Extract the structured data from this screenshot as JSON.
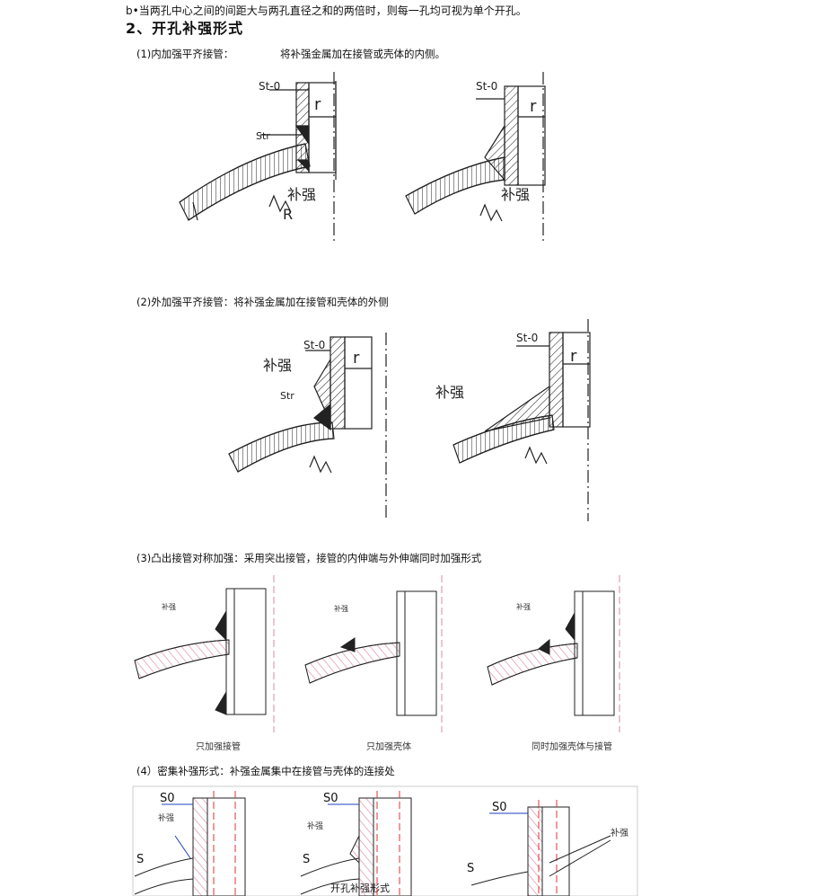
{
  "intro_line": "b•当两孔中心之间的间距大与两孔直径之和的两倍时，则每一孔均可视为单个开孔。",
  "heading": "2、开孔补强形式",
  "section1": {
    "caption_a": "(1)内加强平齐接管：",
    "caption_b": "将补强金属加在接管或壳体的内侧。"
  },
  "section2": {
    "caption": "(2)外加强平齐接管：将补强金属加在接管和壳体的外侧"
  },
  "section3": {
    "caption": "(3)凸出接管对称加强：采用突出接管，接管的内伸端与外伸端同时加强形式",
    "subcaptions": [
      "只加强接管",
      "只加强壳体",
      "同时加强壳体与接管"
    ]
  },
  "section4": {
    "caption": "(4）密集补强形式：补强金属集中在接管与壳体的连接处",
    "footer": "开孔补强形式"
  },
  "labels": {
    "reinforce": "补强",
    "stn": "St-0",
    "str": "Str",
    "s0": "S0",
    "r": "r",
    "R": "R",
    "s": "S"
  }
}
